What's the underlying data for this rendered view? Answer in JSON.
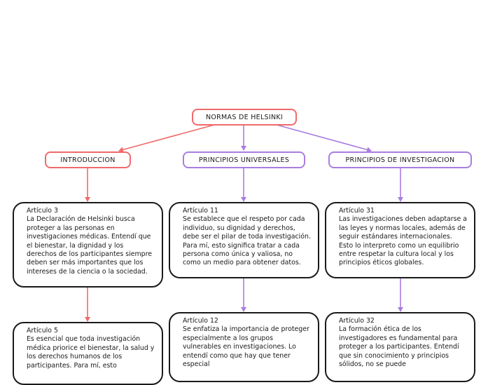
{
  "root": {
    "label": "NORMAS DE HELSINKI"
  },
  "branches": [
    {
      "label": "INTRODUCCION",
      "color": "#f06a6a",
      "cards": [
        {
          "title": "Artículo 3",
          "body": "La Declaración de Helsinki busca proteger a las personas en investigaciones médicas. Entendí que el bienestar, la dignidad y los derechos de los participantes siempre deben ser más importantes que los intereses de la ciencia o la sociedad."
        },
        {
          "title": "Artículo 5",
          "body": "Es esencial que toda investigación médica priorice el bienestar, la salud y los derechos humanos de los participantes. Para mí, esto"
        }
      ]
    },
    {
      "label": "PRINCIPIOS UNIVERSALES",
      "color": "#a97de0",
      "cards": [
        {
          "title": "Artículo 11",
          "body": "Se establece que el respeto por cada individuo, su dignidad y derechos, debe ser el pilar de toda investigación. Para mí, esto significa tratar a cada persona como única y valiosa, no como un medio para obtener datos."
        },
        {
          "title": "Artículo 12",
          "body": "Se enfatiza la importancia de proteger especialmente a los grupos vulnerables en investigaciones. Lo entendí como que hay que tener especial"
        }
      ]
    },
    {
      "label": "PRINCIPIOS DE INVESTIGACION",
      "color": "#a97de0",
      "cards": [
        {
          "title": "Artículo 31",
          "body": "Las investigaciones deben adaptarse a las leyes y normas locales, además de seguir estándares internacionales. Esto lo interpreto como un equilibrio entre respetar la cultura local y los principios éticos globales."
        },
        {
          "title": "Artículo 32",
          "body": "La formación ética de los investigadores es fundamental para proteger a los participantes. Entendí que sin conocimiento y principios sólidos, no se puede"
        }
      ]
    }
  ]
}
